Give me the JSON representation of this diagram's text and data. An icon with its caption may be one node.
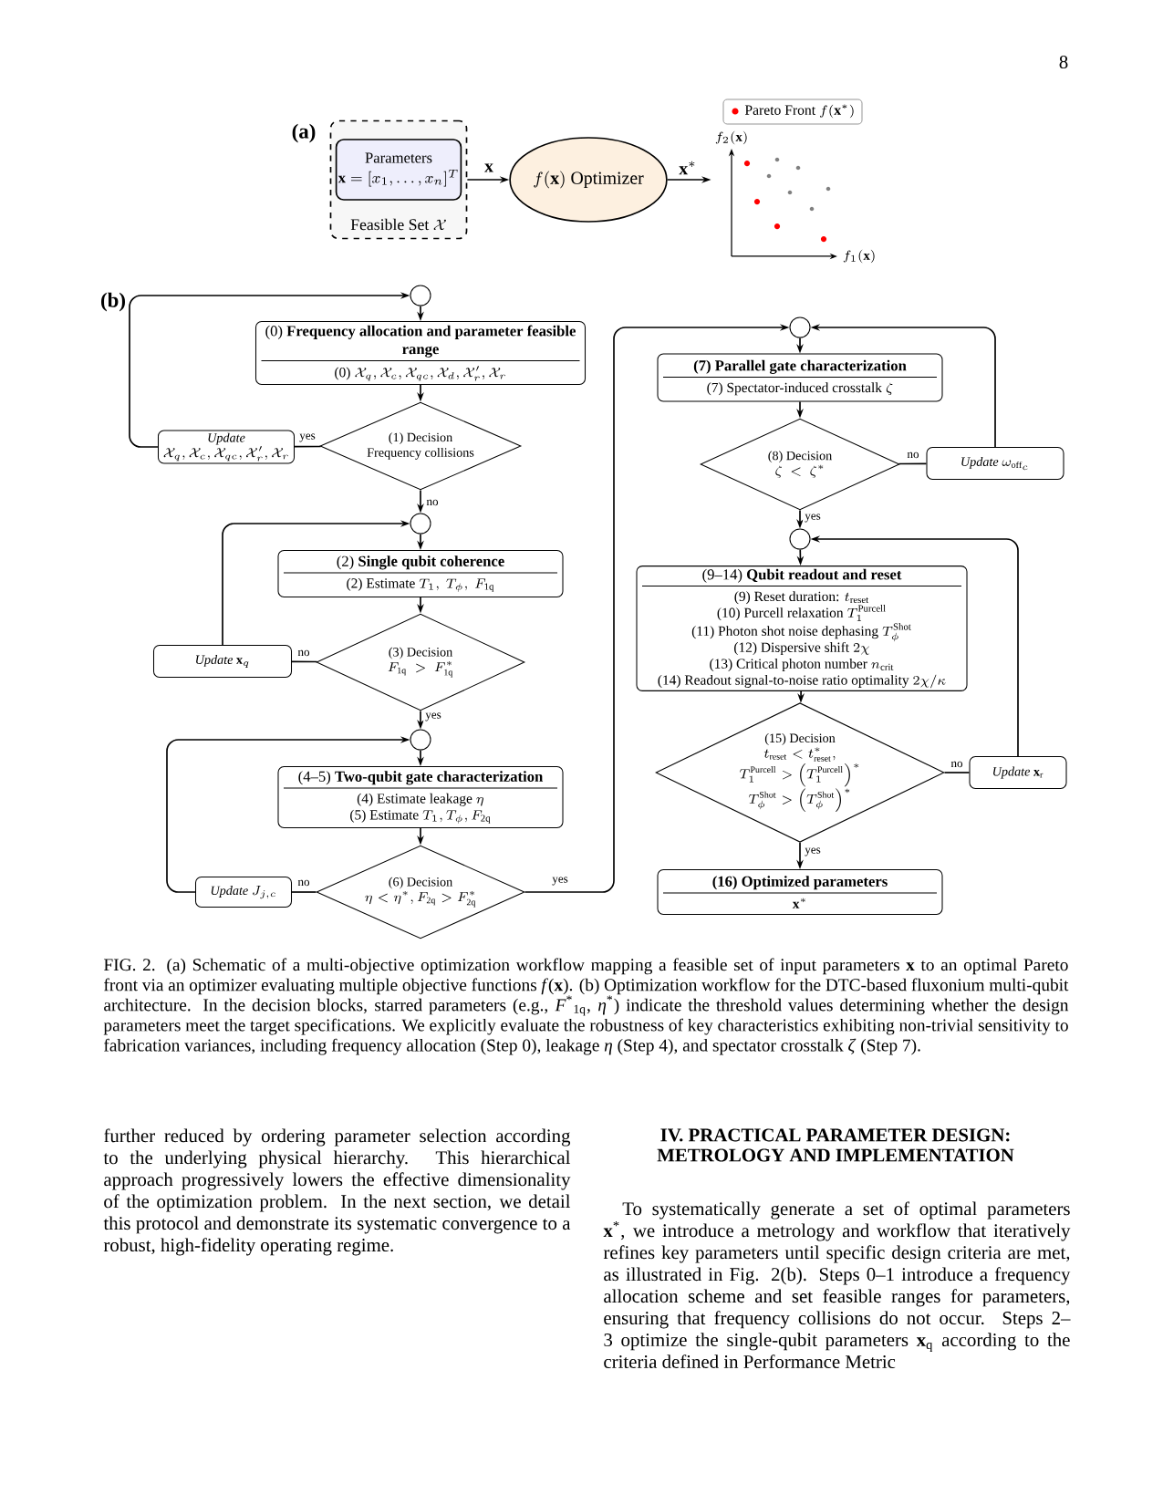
{
  "diagram": {
    "caption": "FIG. 2. (a) Schematic of a multi-objective optimization workflow mapping a feasible set of input parameters **x** to an optimal Pareto front via an optimizer evaluating multiple objective functions *f*(**x**). (b) Optimization workflow for the DTC-based fluxonium multi-qubit architecture. In the decision blocks, starred parameters (e.g., *F*$^{*}$$_{1q}$, *η*$^{*}$) indicate the threshold values determining whether the design parameters meet the target specifications. We explicitly evaluate the robustness of key characteristics exhibiting non-trivial sensitivity to fabrication variances, including frequency allocation (Step 0), leakage *η* (Step 4), and spectator crosstalk *ζ* (Step 7).",
    "nodes": [
      {
        "text": [
          "\\text{Feasible Set } \\mathcal{X}"
        ]
      },
      {
        "text": [
          "Parameters",
          "\\mathbf{x} = [x_1, \\ldots, x_n]^T"
        ],
        "in": 0
      },
      {
        "text": [
          "f(\\mathbf{x})\\ \\text{Optimizer}"
        ]
      },
      {
        "text": [],
        "shape": "circle"
      },
      {
        "text": [
          "(0) **Frequency allocation and parameter feasible range**",
          "\\text{(0) } \\mathcal{X}_q, \\mathcal{X}_c, \\mathcal{X}_{qc}, \\mathcal{X}_d, \\mathcal{X}'_r, \\mathcal{X}_r"
        ]
      },
      {
        "text": [
          "(1) Decision",
          "Frequency collisions"
        ]
      },
      {
        "text": [
          "Update",
          "\\mathcal{X}_q, \\mathcal{X}_c, \\mathcal{X}_{qc}, \\mathcal{X}'_r, \\mathcal{X}_r"
        ]
      },
      {
        "text": [],
        "shape": "circle"
      },
      {
        "text": [
          "(2) **Single qubit coherence**",
          "\\text{(2) Estimate } T_1,\\ T_\\phi,\\ F_{\\mathrm{1q}}"
        ]
      },
      {
        "text": [
          "(3) Decision",
          "F_{\\mathrm{1q}}\\ >\\ F^*_{\\mathrm{1q}}"
        ]
      },
      {
        "text": [
          "\\textit{Update } \\mathbf{x}_q"
        ]
      },
      {
        "text": [],
        "shape": "circle"
      },
      {
        "text": [
          "(4–5) **Two-qubit gate characterization**",
          "\\text{(4) Estimate leakage } \\eta",
          "\\text{(5) Estimate } T_1, T_\\phi, F_{\\mathrm{2q}}"
        ]
      },
      {
        "text": [
          "(6) Decision",
          "\\eta < \\eta^*, F_{\\mathrm{2q}} > F^*_{\\mathrm{2q}}"
        ]
      },
      {
        "text": [
          "\\textit{Update } J_{j,c}"
        ]
      },
      {
        "text": [],
        "shape": "circle"
      },
      {
        "text": [
          "(7) Parallel gate characterization",
          "\\text{(7) Spectator-induced crosstalk } \\zeta"
        ]
      },
      {
        "text": [
          "(8) Decision",
          "\\zeta\\ <\\ \\zeta^*"
        ]
      },
      {
        "text": [
          "\\textit{Update } \\omega_{\\mathrm{off}_c}"
        ]
      },
      {
        "text": [],
        "shape": "circle"
      },
      {
        "text": [
          "(9–14) **Qubit readout and reset**",
          "\\text{(9) Reset duration: } t_{\\mathrm{reset}}",
          "\\text{(10) Purcell relaxation } T_1^{\\mathrm{Purcell}}",
          "\\text{(11) Photon shot noise dephasing } T_\\phi^{\\mathrm{Shot}}",
          "\\text{(12) Dispersive shift } 2\\chi",
          "\\text{(13) Critical photon number } n_{\\mathrm{crit}}",
          "\\text{(14) Readout signal-to-noise ratio optimality } 2\\chi/\\kappa"
        ]
      },
      {
        "text": [
          "(15) Decision",
          "t_{\\mathrm{reset}} < t^*_{\\mathrm{reset}},",
          "T_1^{\\mathrm{Purcell}} > \\left(T_1^{\\mathrm{Purcell}}\\right)^*",
          "T_\\phi^{\\mathrm{Shot}} > \\left(T_\\phi^{\\mathrm{Shot}}\\right)^*"
        ]
      },
      {
        "text": [
          "\\textit{Update } \\mathbf{x}_{\\mathrm{r}}"
        ]
      },
      {
        "text": [
          "(16) Optimized parameters",
          "\\mathbf{x}^*"
        ]
      },
      {
        "text": [],
        "shape": "picture"
      }
    ],
    "edges": [
      {
        "from": 0,
        "to": 2,
        "arrow": "to",
        "label": "\\mathbf{x}"
      },
      {
        "from": 2,
        "to": 24,
        "arrow": "to",
        "label": "\\mathbf{x}^*"
      },
      {
        "from": 3,
        "to": 4,
        "arrow": "to"
      },
      {
        "from": 4,
        "to": 5,
        "arrow": "to"
      },
      {
        "from": 5,
        "to": 6,
        "arrow": "none",
        "label": "yes"
      },
      {
        "from": 6,
        "to": 3,
        "arrow": "to"
      },
      {
        "from": 5,
        "to": 7,
        "arrow": "to",
        "label": "no"
      },
      {
        "from": 7,
        "to": 8,
        "arrow": "to"
      },
      {
        "from": 8,
        "to": 9,
        "arrow": "to"
      },
      {
        "from": 9,
        "to": 10,
        "arrow": "none",
        "label": "no"
      },
      {
        "from": 10,
        "to": 7,
        "arrow": "to"
      },
      {
        "from": 9,
        "to": 11,
        "arrow": "to",
        "label": "yes"
      },
      {
        "from": 11,
        "to": 12,
        "arrow": "to"
      },
      {
        "from": 12,
        "to": 13,
        "arrow": "to"
      },
      {
        "from": 13,
        "to": 14,
        "arrow": "none",
        "label": "no"
      },
      {
        "from": 14,
        "to": 11,
        "arrow": "to"
      },
      {
        "from": 13,
        "to": 15,
        "arrow": "to",
        "label": "yes"
      },
      {
        "from": 15,
        "to": 16,
        "arrow": "to"
      },
      {
        "from": 16,
        "to": 17,
        "arrow": "to"
      },
      {
        "from": 17,
        "to": 18,
        "arrow": "none",
        "label": "no"
      },
      {
        "from": 18,
        "to": 15,
        "arrow": "to"
      },
      {
        "from": 17,
        "to": 19,
        "arrow": "to",
        "label": "yes"
      },
      {
        "from": 19,
        "to": 20,
        "arrow": "to"
      },
      {
        "from": 20,
        "to": 21,
        "arrow": "to"
      },
      {
        "from": 21,
        "to": 22,
        "arrow": "none",
        "label": "no"
      },
      {
        "from": 22,
        "to": 19,
        "arrow": "to"
      },
      {
        "from": 21,
        "to": 23,
        "arrow": "to",
        "label": "yes"
      }
    ],
    "labels": [
      "8",
      "(a)",
      "(b)",
      "f_2(\\mathbf{x})",
      "f_1(\\mathbf{x})",
      "further reduced by ordering parameter selection according to the underlying physical hierarchy. This hierarchical approach progressively lowers the effective dimensionality of the optimization problem. In the next section, we detail this protocol and demonstrate its systematic convergence to a robust, high-fidelity operating regime.",
      "IV. PRACTICAL PARAMETER DESIGN: METROLOGY AND IMPLEMENTATION",
      "To systematically generate a set of optimal parameters **x**$^{*}$, we introduce a metrology and workflow that iteratively refines key parameters until specific design criteria are met, as illustrated in Fig. 2(b). Steps 0–1 introduce a frequency allocation scheme and set feasible ranges for parameters, ensuring that frequency collisions do not occur. Steps 2–3 optimize the single-qubit parameters **x**$_{q}$ according to the criteria defined in Performance Metric"
    ],
    "legend": [
      {
        "text": "\\text{Pareto Front } f(\\mathbf{x}^*)",
        "color": "#ff0000"
      }
    ]
  }
}
